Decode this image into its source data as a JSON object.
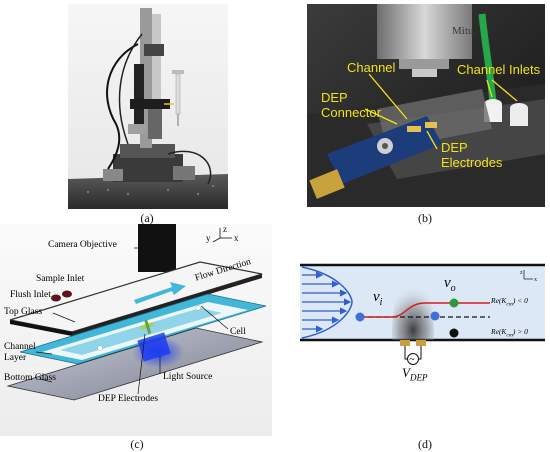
{
  "captions": {
    "a": "(a)",
    "b": "(b)",
    "c": "(c)",
    "d": "(d)"
  },
  "panel_b": {
    "brand": "Mitu",
    "labels": {
      "channel": "Channel",
      "dep_connector": "DEP\nConnector",
      "channel_inlets": "Channel Inlets",
      "dep_electrodes": "DEP\nElectrodes"
    },
    "label_color": "#f2e11b"
  },
  "panel_c": {
    "labels": {
      "camera_objective": "Camera Objective",
      "sample_inlet": "Sample Inlet",
      "flush_inlet": "Flush Inlet",
      "top_glass": "Top Glass",
      "flow_direction": "Flow Direction",
      "cell": "Cell",
      "channel_layer": "Channel\nLayer",
      "bottom_glass": "Bottom Glass",
      "light_source": "Light Source",
      "dep_electrodes": "DEP Electrodes"
    },
    "axes": {
      "x": "x",
      "y": "y",
      "z": "z"
    },
    "colors": {
      "channel": "#42b8d8",
      "light": "#1d3cf0",
      "inlet": "#5a1420"
    }
  },
  "panel_d": {
    "labels": {
      "vi": "v",
      "vi_sub": "i",
      "vo": "v",
      "vo_sub": "o",
      "neg": "Re(K",
      "neg_sub": "cm",
      "neg_tail": ") < 0",
      "pos": "Re(K",
      "pos_sub": "cm",
      "pos_tail": ") > 0",
      "vdep": "V",
      "vdep_sub": "DEP",
      "z": "z",
      "x": "x",
      "source": "~"
    },
    "colors": {
      "flow": "#2f5fd0",
      "neg_path": "#d12020",
      "neg_cell": "#2e9a3c",
      "pos_cell": "#111111",
      "cell": "#3f6fd8",
      "bg": "#dce8f5"
    }
  }
}
